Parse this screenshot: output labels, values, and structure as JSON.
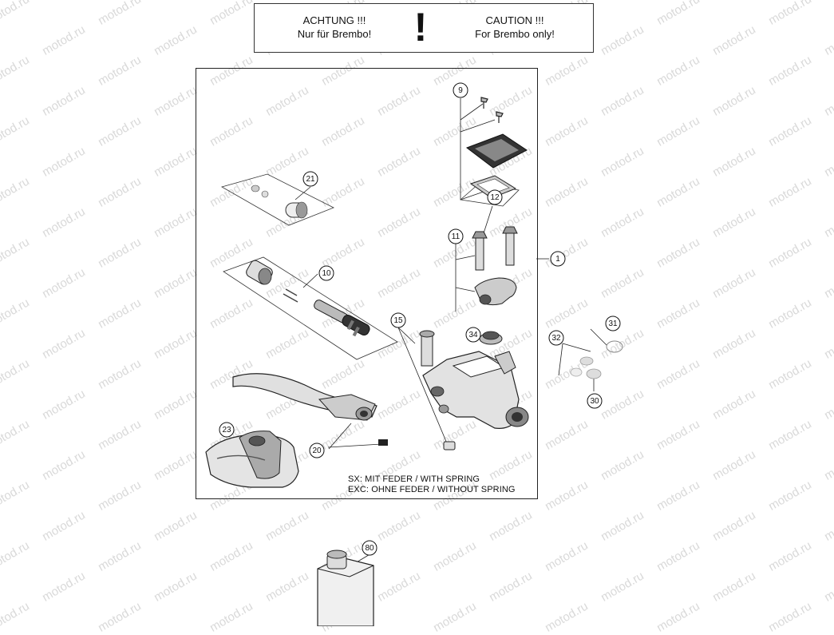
{
  "warning": {
    "de_line1": "ACHTUNG !!!",
    "de_line2": "Nur für Brembo!",
    "mark": "!",
    "en_line1": "CAUTION !!!",
    "en_line2": "For Brembo only!"
  },
  "watermark": "motod.ru",
  "callouts": [
    "1",
    "9",
    "10",
    "11",
    "12",
    "15",
    "20",
    "21",
    "23",
    "30",
    "31",
    "32",
    "34",
    "80"
  ],
  "note": {
    "line1": "SX: MIT FEDER / WITH SPRING",
    "line2": "EXC: OHNE FEDER / WITHOUT SPRING"
  }
}
